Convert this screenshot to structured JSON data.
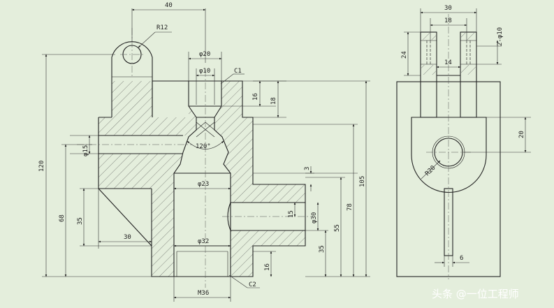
{
  "front_view": {
    "dims": {
      "w40": "40",
      "r12": "R12",
      "d20": "φ20",
      "d10": "φ10",
      "c1": "C1",
      "h16": "16",
      "h18": "18",
      "d15": "φ15",
      "a120": "120°",
      "h120": "120",
      "d23": "φ23",
      "h3": "3",
      "h105": "105",
      "h15": "15",
      "d30": "φ30",
      "h78": "78",
      "h55": "55",
      "h68": "68",
      "h35a": "35",
      "w30": "30",
      "d32": "φ32",
      "h35b": "35",
      "h16b": "16",
      "m36": "M36",
      "c2": "C2"
    }
  },
  "side_view": {
    "dims": {
      "w30": "30",
      "w18": "18",
      "holes": "2-φ10",
      "h24": "24",
      "w14": "14",
      "h20": "20",
      "r20": "R20",
      "w6": "6"
    }
  },
  "watermark": "头条 @一位工程师"
}
